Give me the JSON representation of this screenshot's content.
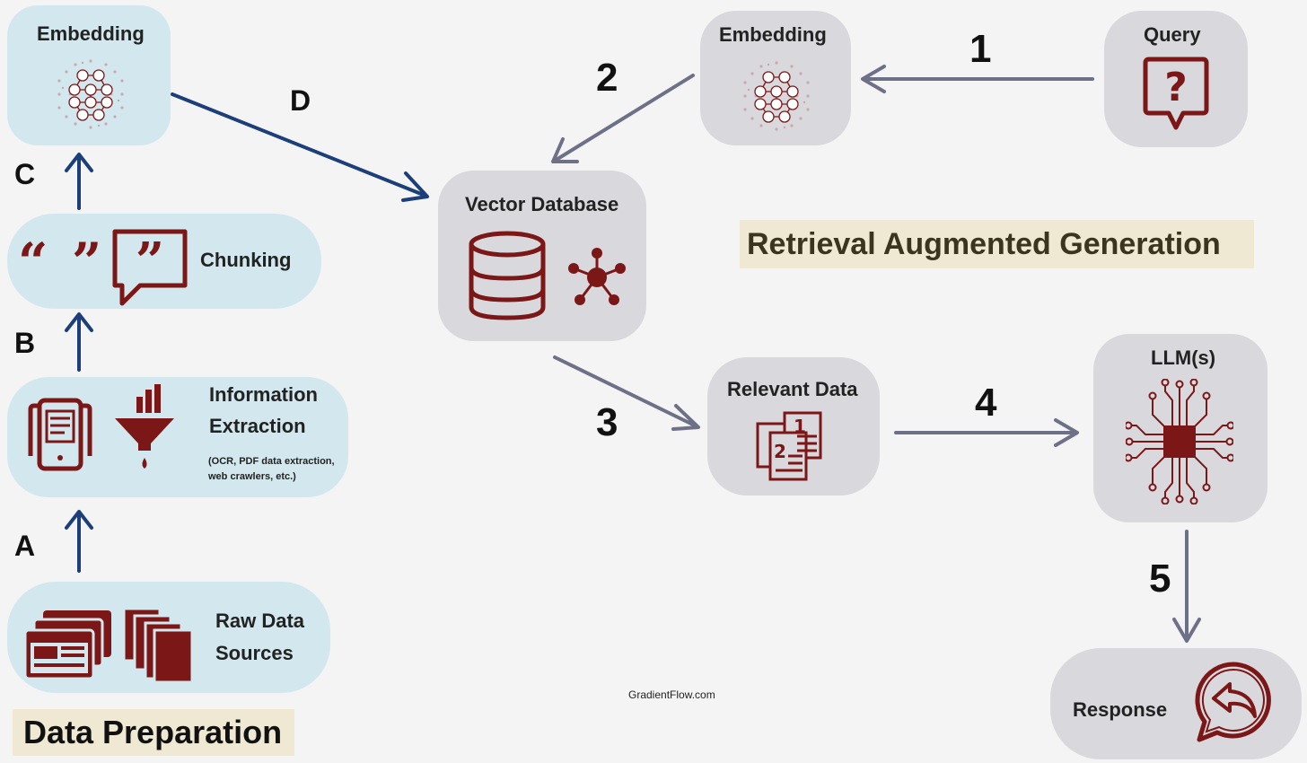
{
  "data_prep": {
    "embedding_label": "Embedding",
    "chunking_label": "Chunking",
    "info_label_line1": "Information",
    "info_label_line2": "Extraction",
    "info_note_line1": "(OCR, PDF data extraction,",
    "info_note_line2": "web crawlers, etc.)",
    "raw_label_line1": "Raw Data",
    "raw_label_line2": "Sources",
    "title": "Data Preparation",
    "step_letters": [
      "A",
      "B",
      "C",
      "D"
    ]
  },
  "rag": {
    "title": "Retrieval Augmented Generation",
    "query_label": "Query",
    "embedding_label": "Embedding",
    "vector_db_label": "Vector Database",
    "relevant_label": "Relevant Data",
    "llm_label": "LLM(s)",
    "response_label": "Response",
    "step_numbers": [
      "1",
      "2",
      "3",
      "4",
      "5"
    ]
  },
  "credit": "GradientFlow.com",
  "colors": {
    "prep_arrow": "#1c3f7a",
    "rag_arrow": "#6d7087",
    "icon": "#7b1717",
    "prep_node": "#d3e8ee",
    "rag_node": "#d8d8dd",
    "banner": "#efe9d4"
  }
}
